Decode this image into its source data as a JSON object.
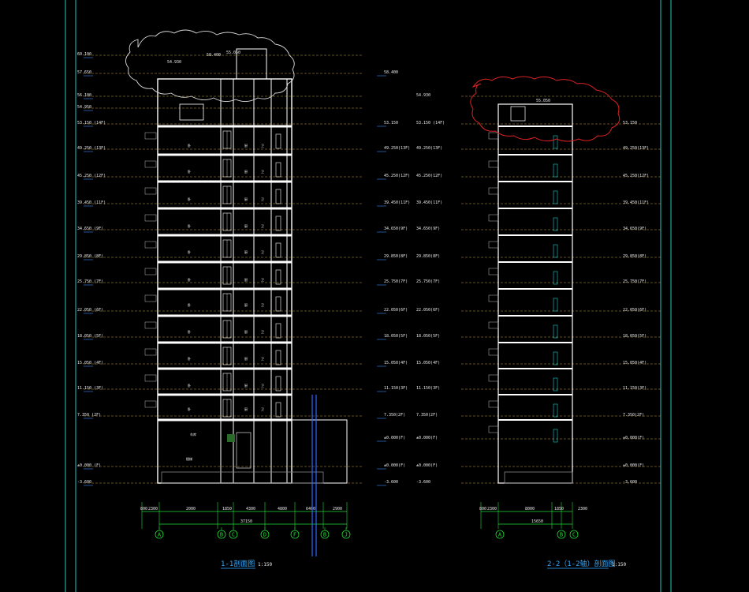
{
  "drawing": {
    "background": "#000000",
    "colors": {
      "border": "#1fa6a0",
      "level_line": "#c8a040",
      "wall": "#ffffff",
      "axis": "#22dd33",
      "revision_cloud_1": "#d8d8d8",
      "revision_cloud_2": "#dd2222",
      "title": "#33aaff",
      "door": "#22cccc",
      "magenta": "#ff44ff"
    }
  },
  "section1": {
    "title": "1-1剖面图",
    "scale": "1:150",
    "top_labels": [
      "58.400",
      "55.050",
      "54.930"
    ],
    "left_levels": [
      {
        "label": "60.100"
      },
      {
        "label": "57.650"
      },
      {
        "label": "56.100"
      },
      {
        "label": "54.950"
      },
      {
        "label": "53.150 (14F)"
      },
      {
        "label": "49.250 (13F)"
      },
      {
        "label": "45.250 (12F)"
      },
      {
        "label": "39.450 (11F)"
      },
      {
        "label": "34.650 (9F)"
      },
      {
        "label": "29.850 (8F)"
      },
      {
        "label": "25.750 (7F)"
      },
      {
        "label": "22.050 (6F)"
      },
      {
        "label": "18.050 (5F)"
      },
      {
        "label": "15.050 (4F)"
      },
      {
        "label": "11.150 (3F)"
      },
      {
        "label": "7.350 (2F)"
      },
      {
        "label": "±0.000 (F)"
      },
      {
        "label": "-3.600"
      }
    ],
    "right_levels": [
      {
        "label": "58.400"
      },
      {
        "label": "53.150"
      },
      {
        "label": "49.250(13F)"
      },
      {
        "label": "45.250(12F)"
      },
      {
        "label": "39.450(11F)"
      },
      {
        "label": "34.650(9F)"
      },
      {
        "label": "29.850(8F)"
      },
      {
        "label": "25.750(7F)"
      },
      {
        "label": "22.050(6F)"
      },
      {
        "label": "18.050(5F)"
      },
      {
        "label": "15.050(4F)"
      },
      {
        "label": "11.150(3F)"
      },
      {
        "label": "7.350(2F)"
      },
      {
        "label": "±0.000(F)"
      },
      {
        "label": "±0.000(F)"
      },
      {
        "label": "-3.600"
      }
    ],
    "dims": [
      "800",
      "2300",
      "2000",
      "1850",
      "4300",
      "4800",
      "6400",
      "2900",
      "37150"
    ],
    "axes": [
      "A",
      "B",
      "C",
      "D",
      "F",
      "B",
      "J"
    ],
    "room_labels": [
      "卧",
      "厨",
      "卫",
      "储",
      "车库",
      "楼梯"
    ]
  },
  "section2": {
    "title": "2-2（1-2轴）剖面图",
    "scale": "1:150",
    "levels": [
      {
        "label": "54.930"
      },
      {
        "label": "53.150 (14F)"
      },
      {
        "label": "49.250(13F)"
      },
      {
        "label": "45.250(12F)"
      },
      {
        "label": "39.450(11F)"
      },
      {
        "label": "34.650(9F)"
      },
      {
        "label": "29.850(8F)"
      },
      {
        "label": "25.750(7F)"
      },
      {
        "label": "22.050(6F)"
      },
      {
        "label": "18.050(5F)"
      },
      {
        "label": "15.050(4F)"
      },
      {
        "label": "11.150(3F)"
      },
      {
        "label": "7.350(2F)"
      },
      {
        "label": "±0.000(F)"
      },
      {
        "label": "±0.000(F)"
      },
      {
        "label": "-3.600"
      }
    ],
    "right_levels": [
      {
        "label": "53.150"
      },
      {
        "label": "49.250(13F)"
      },
      {
        "label": "45.250(12F)"
      },
      {
        "label": "39.450(11F)"
      },
      {
        "label": "34.650(9F)"
      },
      {
        "label": "29.850(8F)"
      },
      {
        "label": "25.750(7F)"
      },
      {
        "label": "22.050(6F)"
      },
      {
        "label": "18.050(5F)"
      },
      {
        "label": "15.050(4F)"
      },
      {
        "label": "11.150(3F)"
      },
      {
        "label": "7.350(2F)"
      },
      {
        "label": "±0.000(F)"
      },
      {
        "label": "±0.000(F)"
      },
      {
        "label": "-3.600"
      }
    ],
    "top_label": "55.050",
    "dims": [
      "800",
      "2300",
      "8000",
      "1850",
      "2300",
      "15650"
    ],
    "axes": [
      "A",
      "B",
      "C"
    ]
  }
}
